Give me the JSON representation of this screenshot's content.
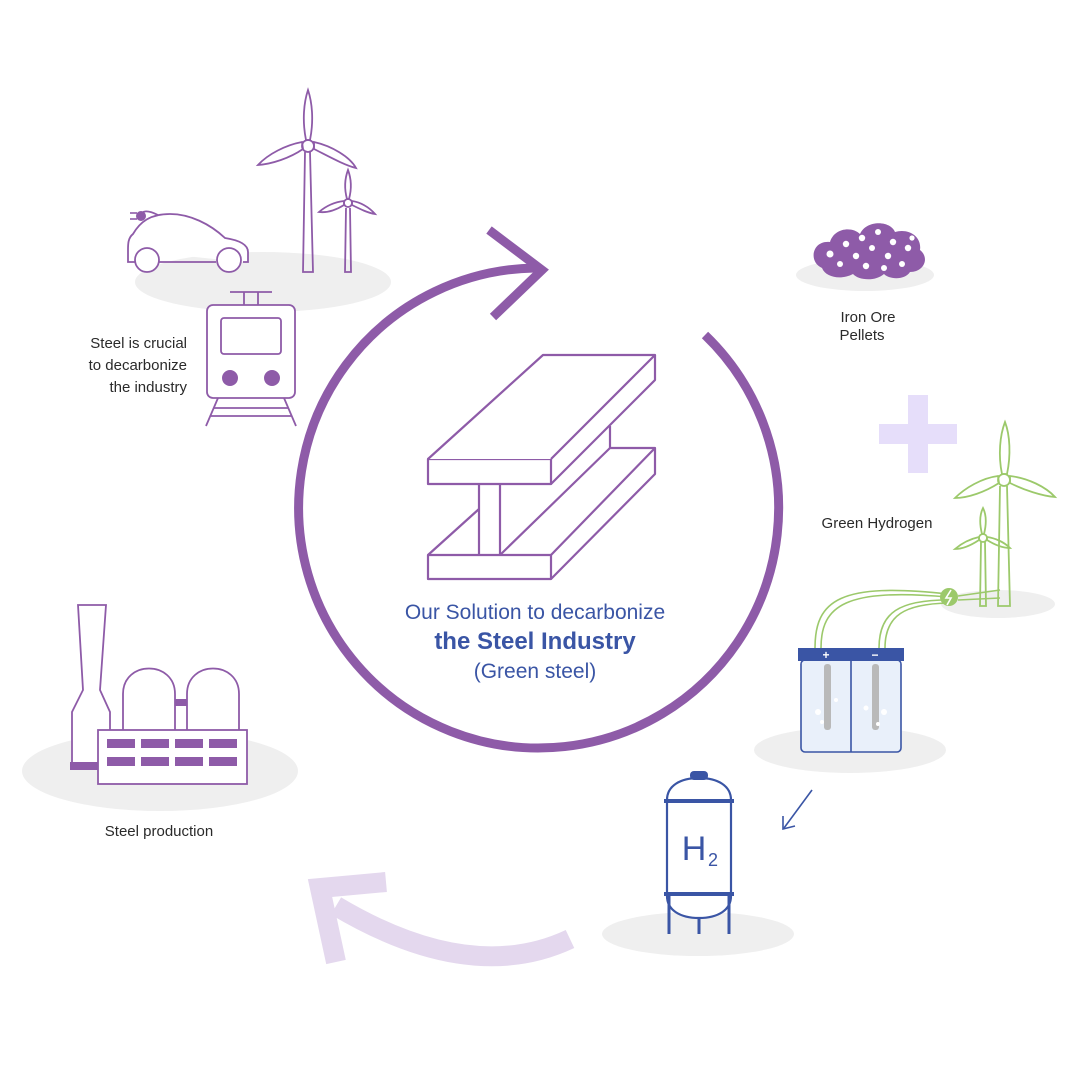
{
  "center": {
    "line1": "Our Solution to decarbonize",
    "line2": "the Steel Industry",
    "line3": "(Green steel)"
  },
  "labels": {
    "steel_crucial": [
      "Steel is crucial",
      "to decarbonize",
      "the industry"
    ],
    "iron_ore": [
      "Iron Ore",
      "Pellets"
    ],
    "green_hydrogen": "Green Hydrogen",
    "steel_production": "Steel production"
  },
  "hydrogen": {
    "symbol": "H",
    "subscript": "2"
  },
  "electrolyzer": {
    "plus": "+",
    "minus": "−"
  },
  "colors": {
    "purple": "#8e5ba8",
    "light_purple": "#e4d8ee",
    "pale_plus": "#e6defa",
    "blue": "#3a55a5",
    "green": "#9cc96b",
    "shadow": "#efefef"
  }
}
